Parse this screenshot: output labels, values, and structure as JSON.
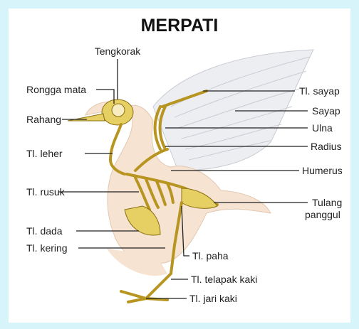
{
  "title": "MERPATI",
  "labels": {
    "tengkorak": "Tengkorak",
    "rongga_mata": "Rongga mata",
    "rahang": "Rahang",
    "tl_leher": "Tl. leher",
    "tl_rusuk": "Tl. rusuk",
    "tl_dada": "Tl. dada",
    "tl_kering": "Tl. kering",
    "tl_sayap": "Tl. sayap",
    "sayap": "Sayap",
    "ulna": "Ulna",
    "radius": "Radius",
    "humerus": "Humerus",
    "tulang_panggul_1": "Tulang",
    "tulang_panggul_2": "panggul",
    "tl_paha": "Tl. paha",
    "tl_telapak_kaki": "Tl. telapak kaki",
    "tl_jari_kaki": "Tl. jari kaki"
  },
  "colors": {
    "background": "#d7f4fb",
    "panel": "#ffffff",
    "body": "#f6e3d2",
    "bone": "#e6cf63",
    "wing": "#eceef2"
  }
}
